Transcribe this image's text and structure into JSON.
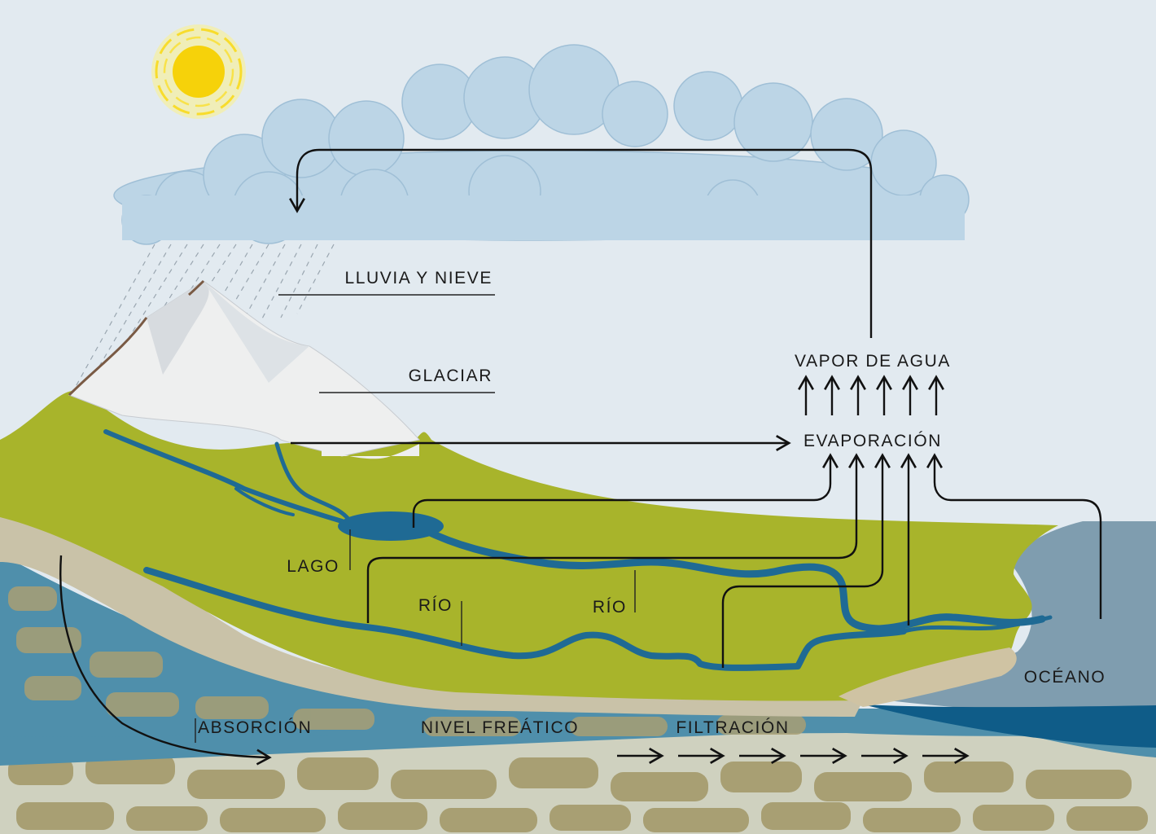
{
  "labels": {
    "rain_snow": "LLUVIA Y NIEVE",
    "glacier": "GLACIAR",
    "water_vapor": "VAPOR DE AGUA",
    "evaporation": "EVAPORACIÓN",
    "lake": "LAGO",
    "river_left": "RÍO",
    "river_right": "RÍO",
    "ocean": "OCÉANO",
    "absorption": "ABSORCIÓN",
    "water_table": "NIVEL FREÁTICO",
    "filtration": "FILTRACIÓN"
  },
  "colors": {
    "sky": "#e2eaf0",
    "cloud": "#bcd5e6",
    "cloud_outline": "#9fbfd6",
    "sun": "#f6d20a",
    "sun_halo": "#fbf08a",
    "grass": "#a8b42b",
    "water": "#1f6a94",
    "ocean": "#7f9daf",
    "deep_water": "#0f5c88",
    "ground_water": "#4f8fab",
    "sand": "#c9c2a8",
    "rock": "#a89f73",
    "bedrock": "#cfd1bf",
    "snow": "#eeefef",
    "arrow": "#111111"
  }
}
